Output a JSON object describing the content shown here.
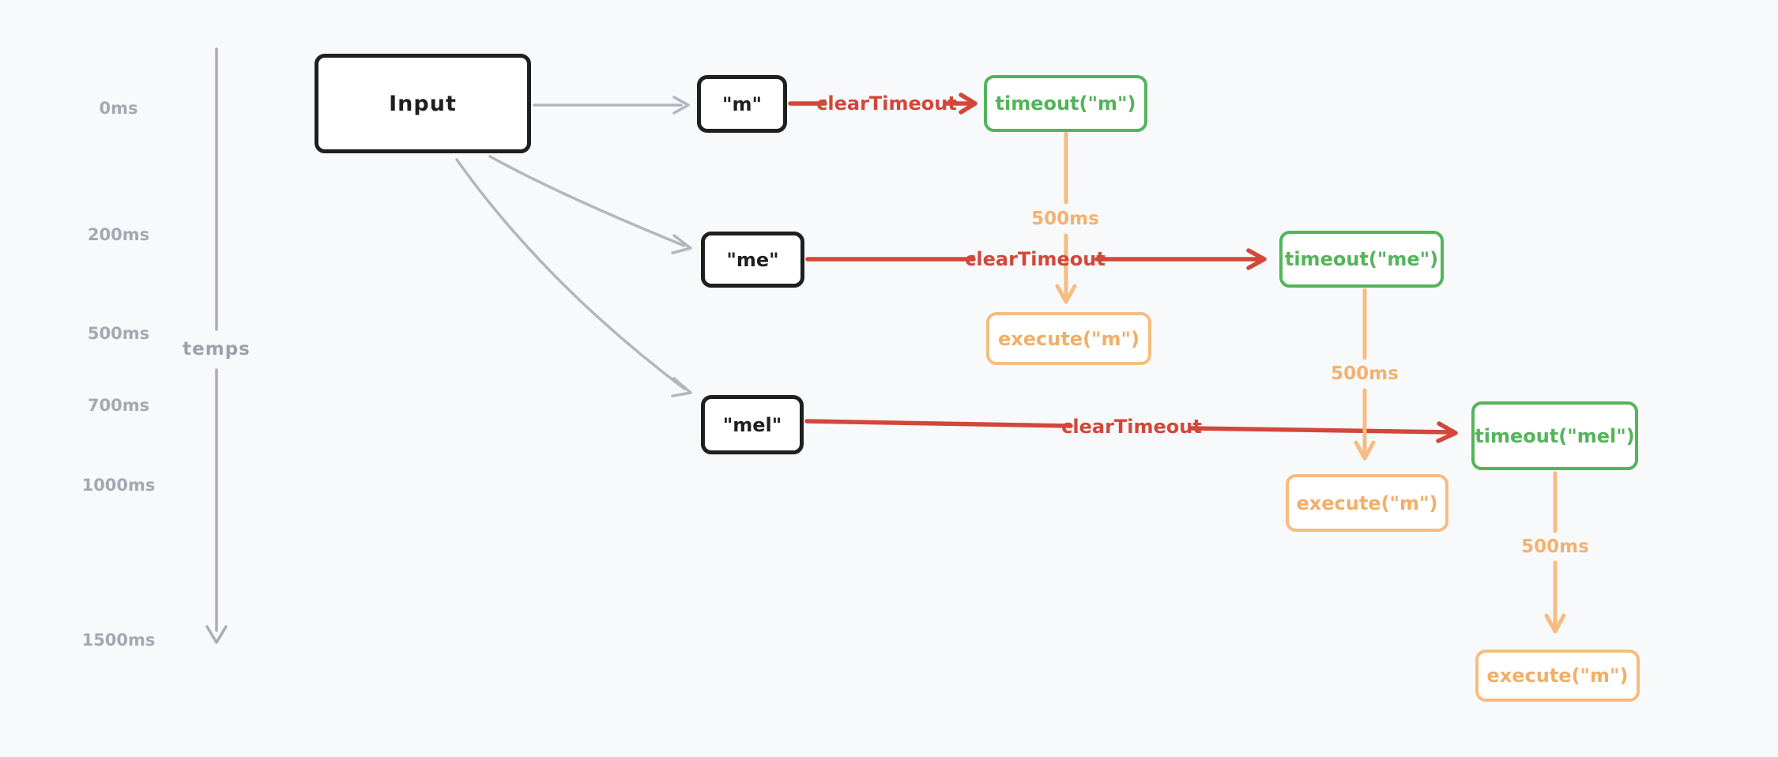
{
  "diagram": {
    "title_hint": "debounce timeline",
    "timeline": {
      "axis_label": "temps",
      "ticks": [
        "0ms",
        "200ms",
        "500ms",
        "700ms",
        "1000ms",
        "1500ms"
      ]
    },
    "input": {
      "label": "Input"
    },
    "rows": [
      {
        "typed_label": "\"m\"",
        "clear_label": "clearTimeout",
        "timeout_label": "timeout(\"m\")",
        "delay_label": "500ms",
        "execute_label": "execute(\"m\")"
      },
      {
        "typed_label": "\"me\"",
        "clear_label": "clearTimeout",
        "timeout_label": "timeout(\"me\")",
        "delay_label": "500ms",
        "execute_label": "execute(\"m\")"
      },
      {
        "typed_label": "\"mel\"",
        "clear_label": "clearTimeout",
        "timeout_label": "timeout(\"mel\")",
        "delay_label": "500ms",
        "execute_label": "execute(\"m\")"
      }
    ],
    "colors": {
      "background": "#f8f9fb",
      "ink": "#1f1f1f",
      "gray": "#a3a9b3",
      "red": "#d2473a",
      "green": "#54b45a",
      "orange": "#f5bd80"
    }
  }
}
